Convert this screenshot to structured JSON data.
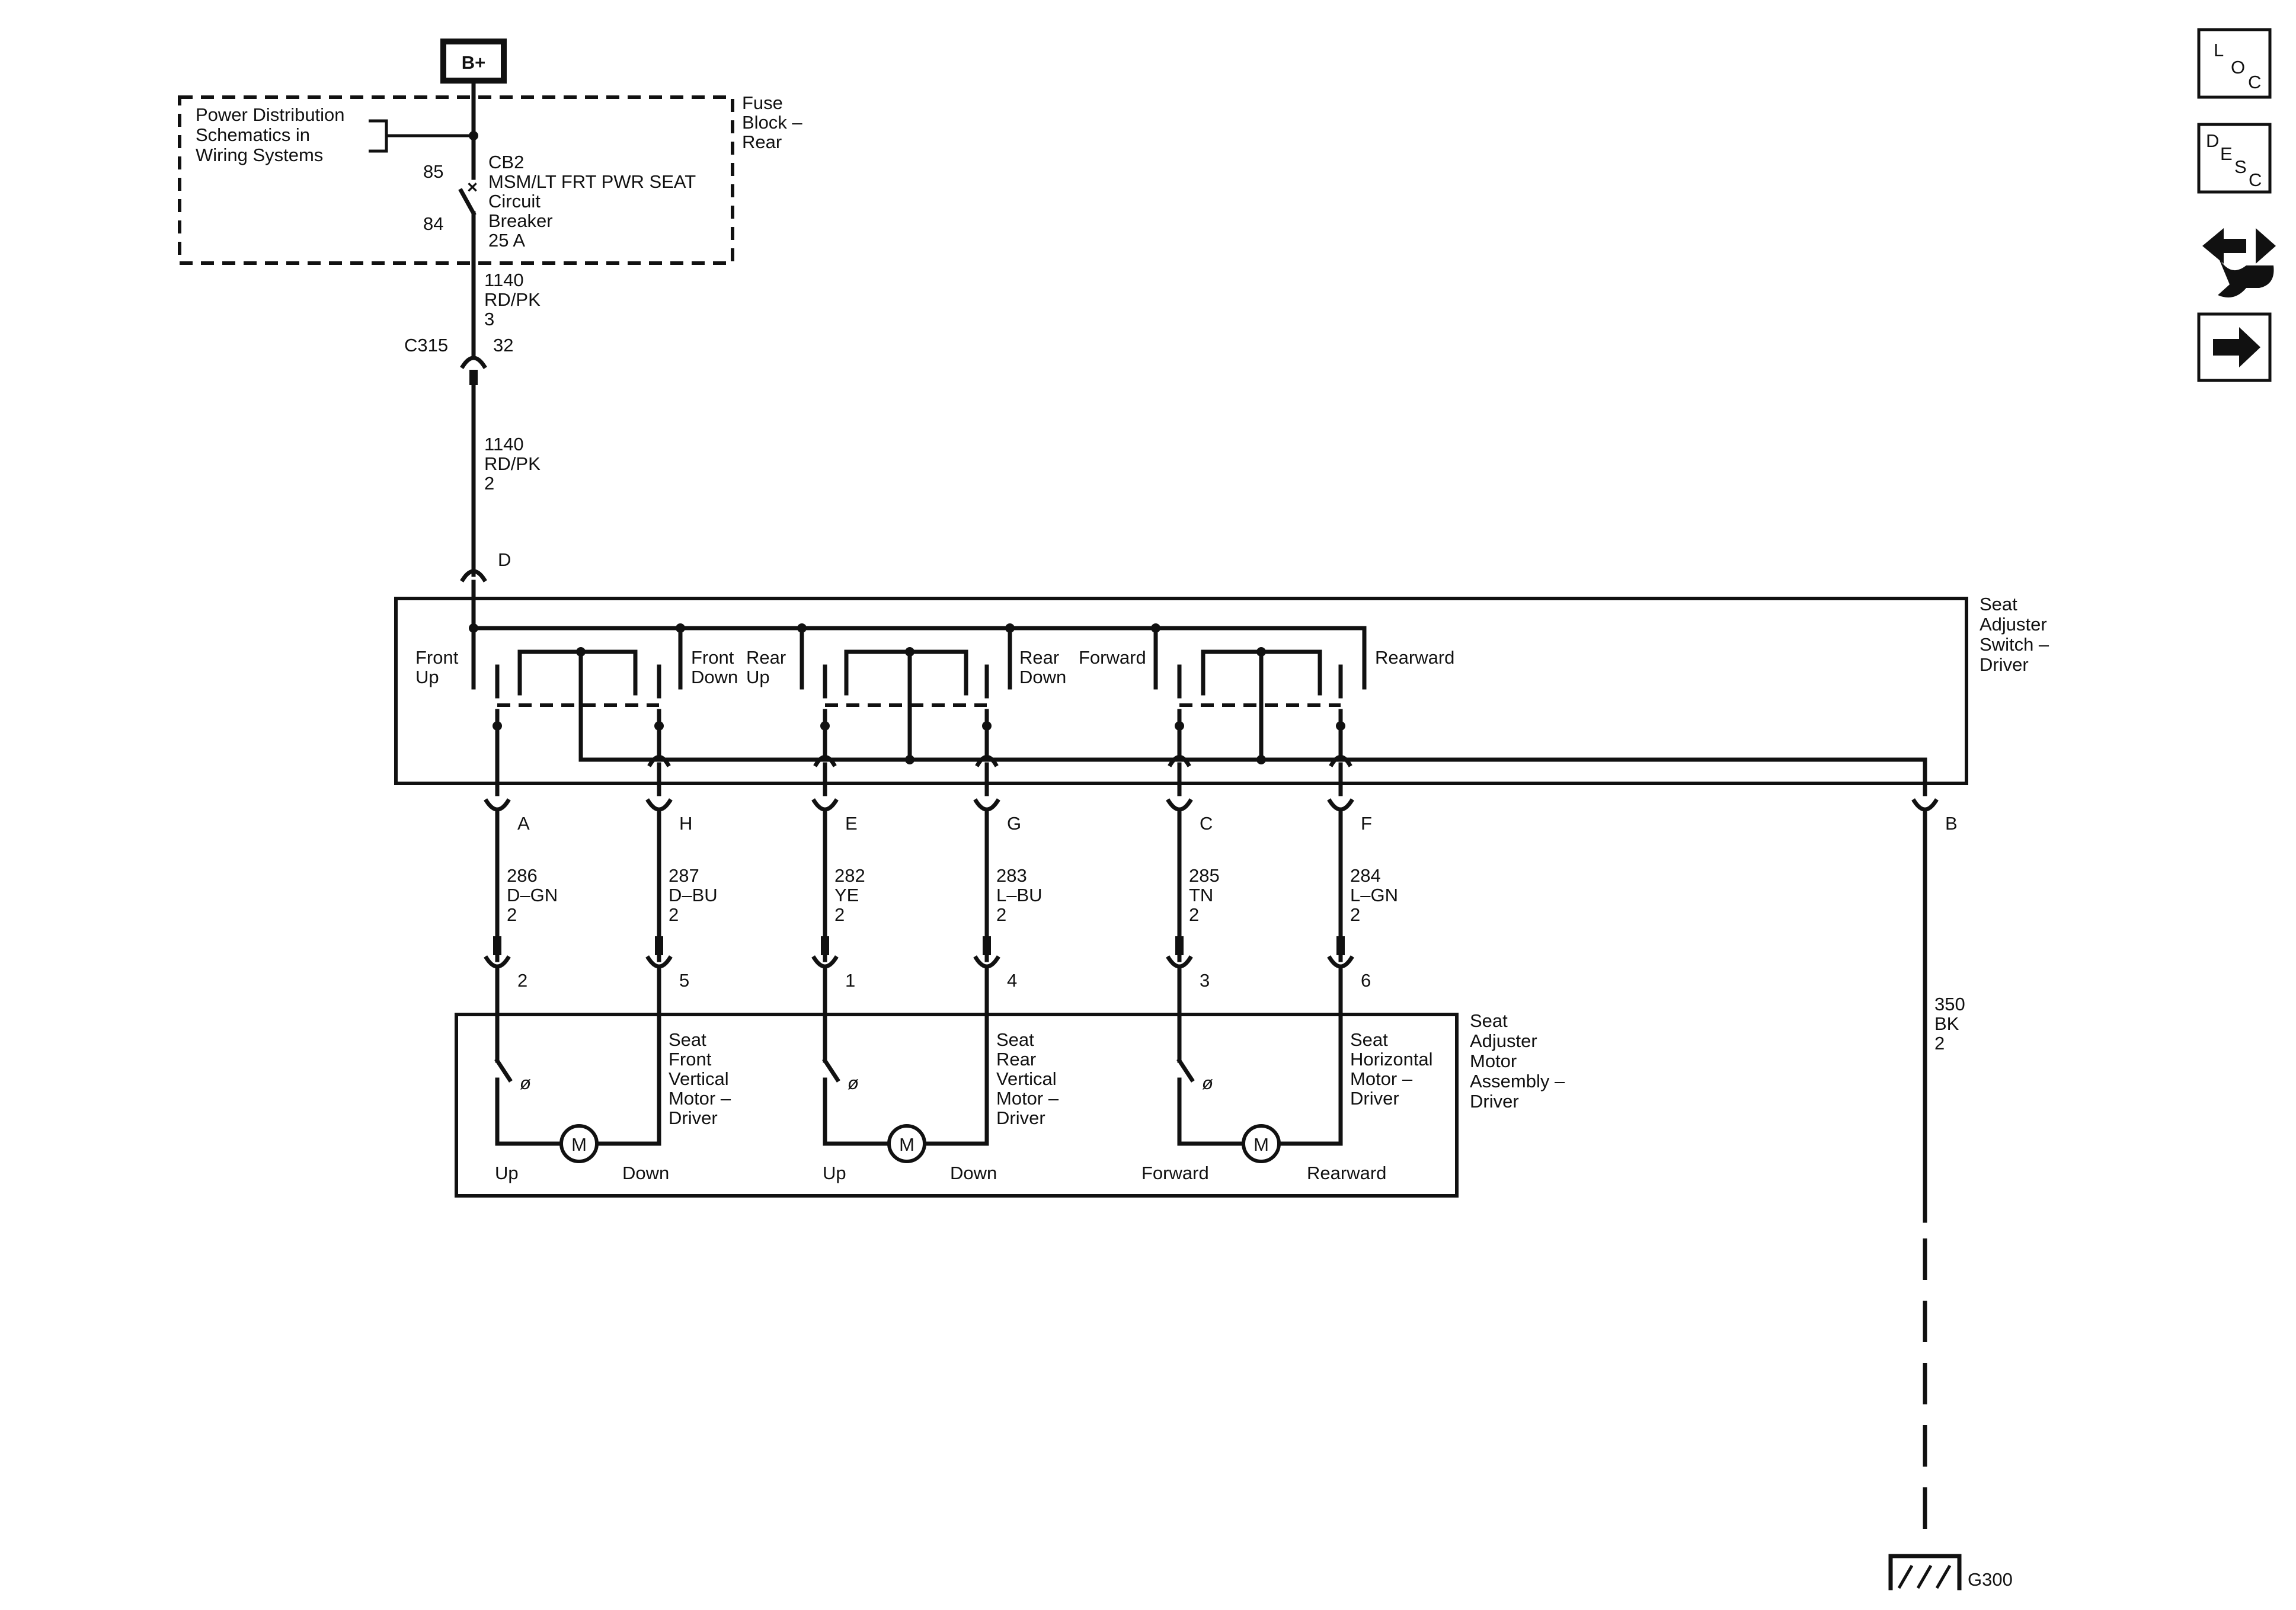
{
  "power": {
    "source": "B+",
    "reference_line1": "Power Distribution",
    "reference_line2": "Schematics in",
    "reference_line3": "Wiring Systems",
    "fuse_block_line1": "Fuse",
    "fuse_block_line2": "Block –",
    "fuse_block_line3": "Rear",
    "breaker_pin_in": "85",
    "breaker_pin_out": "84",
    "breaker_id": "CB2",
    "breaker_name": "MSM/LT FRT PWR SEAT",
    "breaker_line3": "Circuit",
    "breaker_line4": "Breaker",
    "breaker_rating": "25 A"
  },
  "feed_wire_upper": {
    "circuit": "1140",
    "color": "RD/PK",
    "size": "3"
  },
  "connector_c315": {
    "name": "C315",
    "pin": "32"
  },
  "feed_wire_lower": {
    "circuit": "1140",
    "color": "RD/PK",
    "size": "2"
  },
  "switch": {
    "input_pin": "D",
    "title_line1": "Seat",
    "title_line2": "Adjuster",
    "title_line3": "Switch –",
    "title_line4": "Driver",
    "labels": {
      "front": "Front",
      "up": "Up",
      "front2": "Front",
      "rear": "Rear",
      "down": "Down",
      "up2": "Up",
      "rear2": "Rear",
      "forward": "Forward",
      "down2": "Down",
      "rearward": "Rearward"
    },
    "ground_pin": "B"
  },
  "wires": [
    {
      "switch_pin": "A",
      "circuit": "286",
      "color": "D–GN",
      "size": "2",
      "motor_pin": "2"
    },
    {
      "switch_pin": "H",
      "circuit": "287",
      "color": "D–BU",
      "size": "2",
      "motor_pin": "5"
    },
    {
      "switch_pin": "E",
      "circuit": "282",
      "color": "YE",
      "size": "2",
      "motor_pin": "1"
    },
    {
      "switch_pin": "G",
      "circuit": "283",
      "color": "L–BU",
      "size": "2",
      "motor_pin": "4"
    },
    {
      "switch_pin": "C",
      "circuit": "285",
      "color": "TN",
      "size": "2",
      "motor_pin": "3"
    },
    {
      "switch_pin": "F",
      "circuit": "284",
      "color": "L–GN",
      "size": "2",
      "motor_pin": "6"
    }
  ],
  "motor_assembly": {
    "title_line1": "Seat",
    "title_line2": "Adjuster",
    "title_line3": "Motor",
    "title_line4": "Assembly –",
    "title_line5": "Driver",
    "motor_symbol": "M",
    "motors": [
      {
        "l1": "Seat",
        "l2": "Front",
        "l3": "Vertical",
        "l4": "Motor –",
        "l5": "Driver",
        "left_label": "Up",
        "right_label": "Down"
      },
      {
        "l1": "Seat",
        "l2": "Rear",
        "l3": "Vertical",
        "l4": "Motor –",
        "l5": "Driver",
        "left_label": "Up",
        "right_label": "Down"
      },
      {
        "l1": "Seat",
        "l2": "Horizontal",
        "l3": "Motor –",
        "l4": "Driver",
        "l5": "",
        "left_label": "Forward",
        "right_label": "Rearward"
      }
    ]
  },
  "ground_wire": {
    "circuit": "350",
    "color": "BK",
    "size": "2"
  },
  "ground": {
    "name": "G300"
  },
  "nav": {
    "loc": {
      "l1": "L",
      "l2": "O",
      "l3": "C",
      "icon": "location-icon"
    },
    "desc": {
      "l1": "D",
      "l2": "E",
      "l3": "S",
      "l4": "C",
      "icon": "description-icon"
    },
    "connector_icon": "connector-end-view-icon",
    "next_icon": "next-arrow-icon"
  }
}
